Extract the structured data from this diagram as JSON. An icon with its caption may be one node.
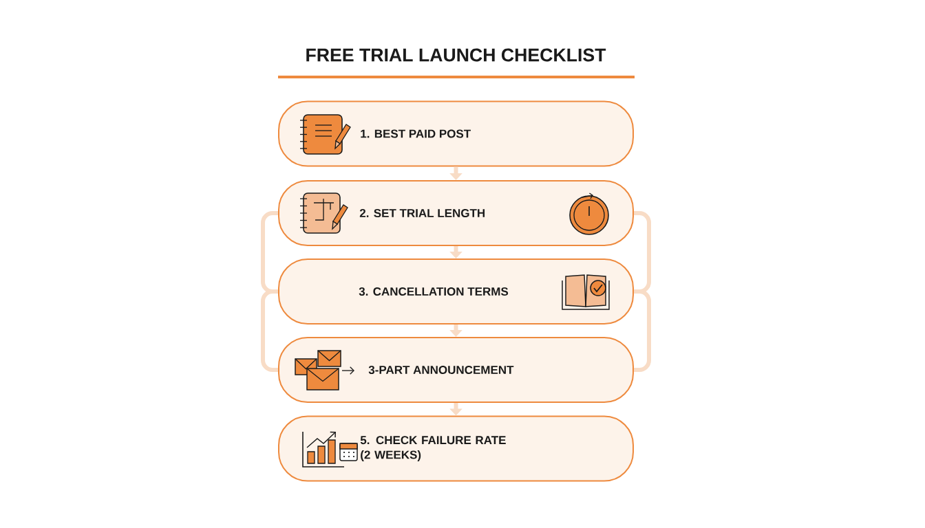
{
  "diagram": {
    "title": "FREE TRIAL LAUNCH CHECKLIST",
    "nodes": [
      {
        "text": [
          "1. BEST PAID POST"
        ]
      },
      {
        "text": [
          "2. SET TRIAL LENGTH"
        ]
      },
      {
        "text": [
          "3. CANCELLATION TERMS"
        ]
      },
      {
        "text": [
          "3-PART ANNOUNCEMENT"
        ]
      },
      {
        "text": [
          "5. CHECK FAILURE RATE (2 WEEKS)"
        ]
      }
    ],
    "edges": [
      {
        "from": 0,
        "to": 1,
        "arrow": "to"
      },
      {
        "from": 1,
        "to": 2,
        "arrow": "to"
      },
      {
        "from": 2,
        "to": 3,
        "arrow": "to"
      },
      {
        "from": 3,
        "to": 4,
        "arrow": "to"
      },
      {
        "from": 1,
        "to": 2,
        "arrow": "none"
      },
      {
        "from": 2,
        "to": 3,
        "arrow": "none"
      },
      {
        "from": 1,
        "to": 2,
        "arrow": "none"
      },
      {
        "from": 2,
        "to": 3,
        "arrow": "none"
      }
    ]
  }
}
